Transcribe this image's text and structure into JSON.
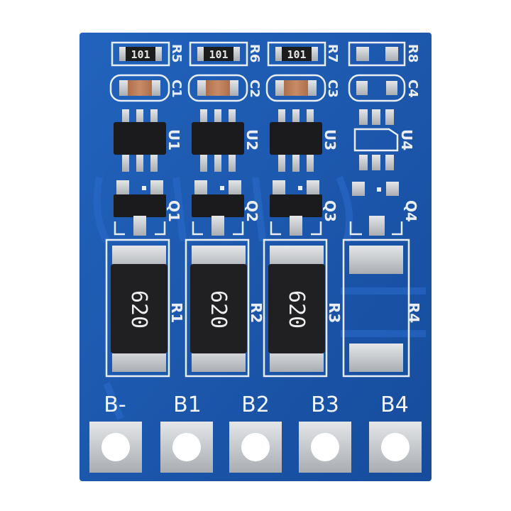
{
  "board": {
    "pcb_color": "#1d5ab3",
    "silk_color": "#e9eef5"
  },
  "small_resistors": [
    {
      "ref": "R5",
      "value": "101"
    },
    {
      "ref": "R6",
      "value": "101"
    },
    {
      "ref": "R7",
      "value": "101"
    },
    {
      "ref": "R8",
      "value": ""
    }
  ],
  "capacitors": [
    {
      "ref": "C1"
    },
    {
      "ref": "C2"
    },
    {
      "ref": "C3"
    },
    {
      "ref": "C4"
    }
  ],
  "ics": [
    {
      "ref": "U1"
    },
    {
      "ref": "U2"
    },
    {
      "ref": "U3"
    },
    {
      "ref": "U4"
    }
  ],
  "transistors": [
    {
      "ref": "Q1"
    },
    {
      "ref": "Q2"
    },
    {
      "ref": "Q3"
    },
    {
      "ref": "Q4"
    }
  ],
  "power_resistors": [
    {
      "ref": "R1",
      "value": "620"
    },
    {
      "ref": "R2",
      "value": "620"
    },
    {
      "ref": "R3",
      "value": "620"
    },
    {
      "ref": "R4",
      "value": ""
    }
  ],
  "pins": [
    {
      "label": "B-"
    },
    {
      "label": "B1"
    },
    {
      "label": "B2"
    },
    {
      "label": "B3"
    },
    {
      "label": "B4"
    }
  ]
}
